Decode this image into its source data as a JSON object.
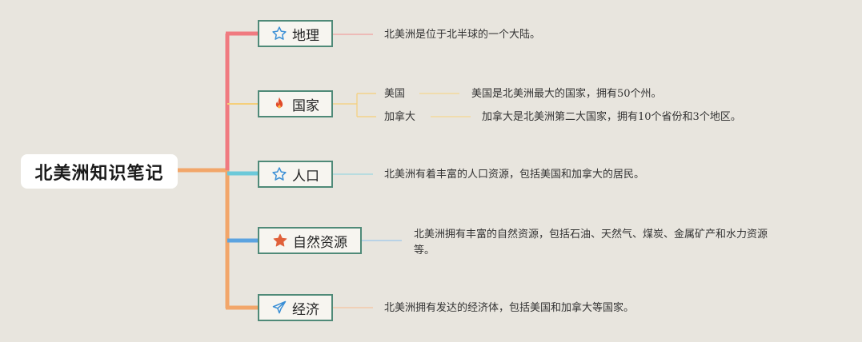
{
  "root": {
    "title": "北美洲知识笔记"
  },
  "branches": [
    {
      "label": "地理",
      "icon": "star-outline-icon",
      "color": "#f07a80",
      "note": "北美洲是位于北半球的一个大陆。"
    },
    {
      "label": "国家",
      "icon": "fire-icon",
      "color": "#f5cf7a",
      "children": [
        {
          "label": "美国",
          "note": "美国是北美洲最大的国家，拥有50个州。"
        },
        {
          "label": "加拿大",
          "note": "加拿大是北美洲第二大国家，拥有10个省份和3个地区。"
        }
      ]
    },
    {
      "label": "人口",
      "icon": "star-outline-icon",
      "color": "#6cc9d9",
      "note": "北美洲有着丰富的人口资源，包括美国和加拿大的居民。"
    },
    {
      "label": "自然资源",
      "icon": "star-filled-icon",
      "color": "#5ba3e0",
      "note_line1": "北美洲拥有丰富的自然资源，包括石油、天然气、煤炭、金属矿产和水力资源",
      "note_line2": "等。"
    },
    {
      "label": "经济",
      "icon": "send-icon",
      "color": "#f2a66a",
      "note": "北美洲拥有发达的经济体，包括美国和加拿大等国家。"
    }
  ]
}
